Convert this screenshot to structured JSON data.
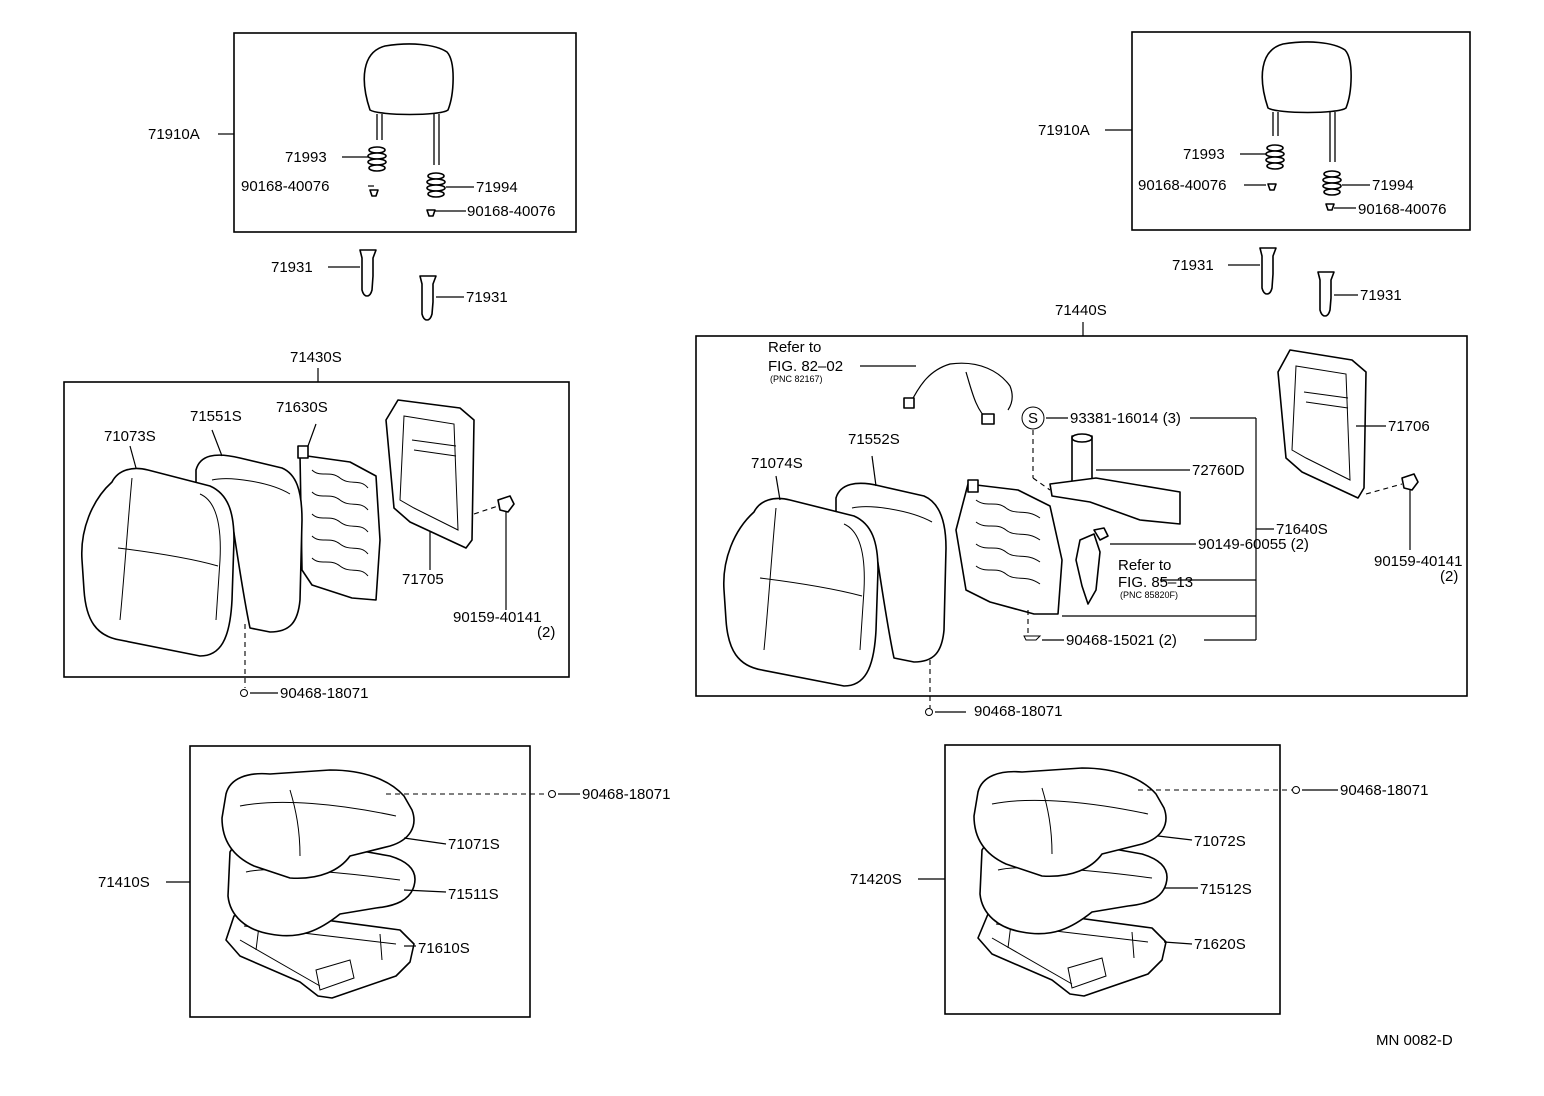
{
  "labels": {
    "l71910A": "71910A",
    "l71993": "71993",
    "l90168a": "90168-40076",
    "l71994": "71994",
    "l90168b": "90168-40076",
    "l71931a": "71931",
    "l71931b": "71931",
    "l71430S": "71430S",
    "l71073S": "71073S",
    "l71551S": "71551S",
    "l71630S": "71630S",
    "l71705": "71705",
    "l90159a": "90159-40141",
    "l90159a2": "(2)",
    "l90468a": "90468-18071",
    "l90468b": "90468-18071",
    "l71071S": "71071S",
    "l71511S": "71511S",
    "l71610S": "71610S",
    "l71410S": "71410S",
    "r71910A": "71910A",
    "r71993": "71993",
    "r90168a": "90168-40076",
    "r71994": "71994",
    "r90168b": "90168-40076",
    "r71931a": "71931",
    "r71931b": "71931",
    "r71440S": "71440S",
    "rRefer1": "Refer to",
    "rFig82": "FIG. 82–02",
    "rPnc1": "(PNC 82167)",
    "r71074S": "71074S",
    "r71552S": "71552S",
    "rS": "S",
    "r93381": "93381-16014 (3)",
    "r72760D": "72760D",
    "r90149": "90149-60055 (2)",
    "rRefer2": "Refer to",
    "rFig85": "FIG. 85–13",
    "rPnc2": "(PNC 85820F)",
    "r71640S": "71640S",
    "r71706": "71706",
    "r90159": "90159-40141",
    "r90159b": "(2)",
    "r90468c": "90468-15021 (2)",
    "r90468a": "90468-18071",
    "r90468b": "90468-18071",
    "r71072S": "71072S",
    "r71512S": "71512S",
    "r71620S": "71620S",
    "r71420S": "71420S",
    "code": "MN 0082-D"
  }
}
